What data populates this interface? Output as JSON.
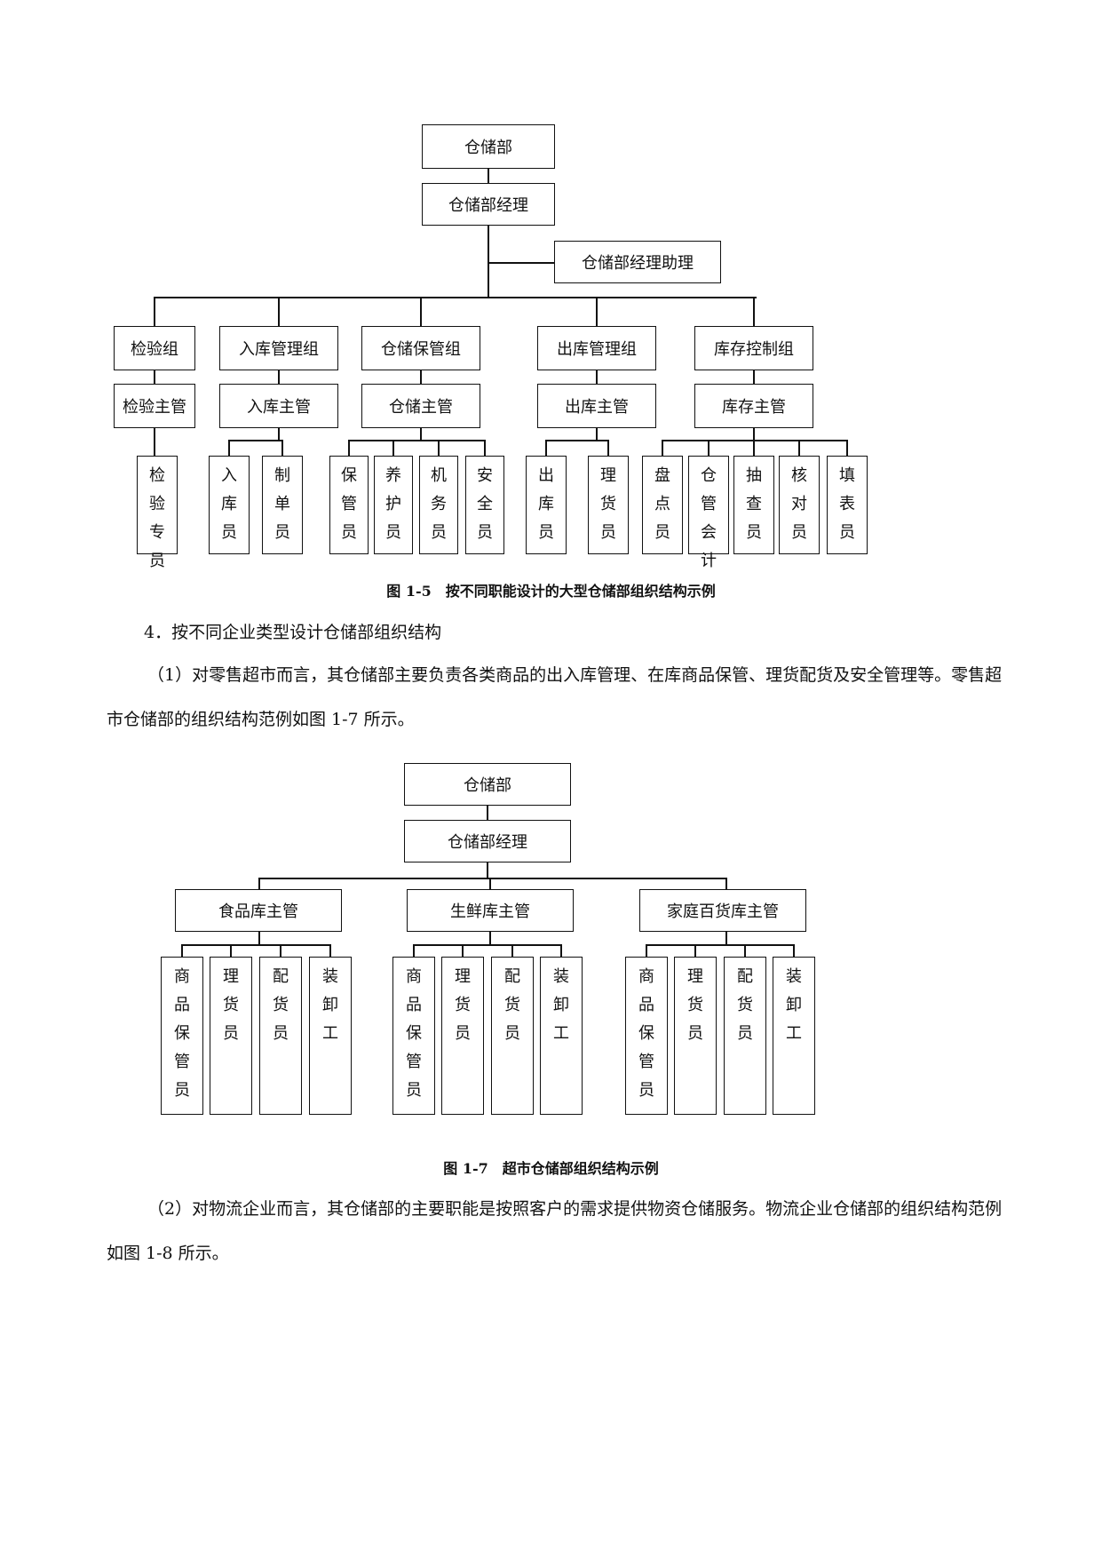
{
  "figure1": {
    "root": "仓储部",
    "manager": "仓储部经理",
    "assistant": "仓储部经理助理",
    "groups": [
      {
        "name": "检验组",
        "lead": "检验主管",
        "staff": [
          "检验专员"
        ]
      },
      {
        "name": "入库管理组",
        "lead": "入库主管",
        "staff": [
          "入库员",
          "制单员"
        ]
      },
      {
        "name": "仓储保管组",
        "lead": "仓储主管",
        "staff": [
          "保管员",
          "养护员",
          "机务员",
          "安全员"
        ]
      },
      {
        "name": "出库管理组",
        "lead": "出库主管",
        "staff": [
          "出库员",
          "理货员"
        ]
      },
      {
        "name": "库存控制组",
        "lead": "库存主管",
        "staff": [
          "盘点员",
          "仓管会计",
          "抽查员",
          "核对员",
          "填表员"
        ]
      }
    ],
    "caption": "图 1-5　按不同职能设计的大型仓储部组织结构示例"
  },
  "heading4": "4．按不同企业类型设计仓储部组织结构",
  "para1": "（1）对零售超市而言，其仓储部主要负责各类商品的出入库管理、在库商品保管、理货配货及安全管理等。零售超市仓储部的组织结构范例如图 1-7 所示。",
  "figure2": {
    "root": "仓储部",
    "manager": "仓储部经理",
    "groups": [
      {
        "lead": "食品库主管",
        "staff": [
          "商品保管员",
          "理货员",
          "配货员",
          "装卸工"
        ]
      },
      {
        "lead": "生鲜库主管",
        "staff": [
          "商品保管员",
          "理货员",
          "配货员",
          "装卸工"
        ]
      },
      {
        "lead": "家庭百货库主管",
        "staff": [
          "商品保管员",
          "理货员",
          "配货员",
          "装卸工"
        ]
      }
    ],
    "caption": "图 1-7　超市仓储部组织结构示例"
  },
  "para2": "（2）对物流企业而言，其仓储部的主要职能是按照客户的需求提供物资仓储服务。物流企业仓储部的组织结构范例如图 1-8 所示。"
}
